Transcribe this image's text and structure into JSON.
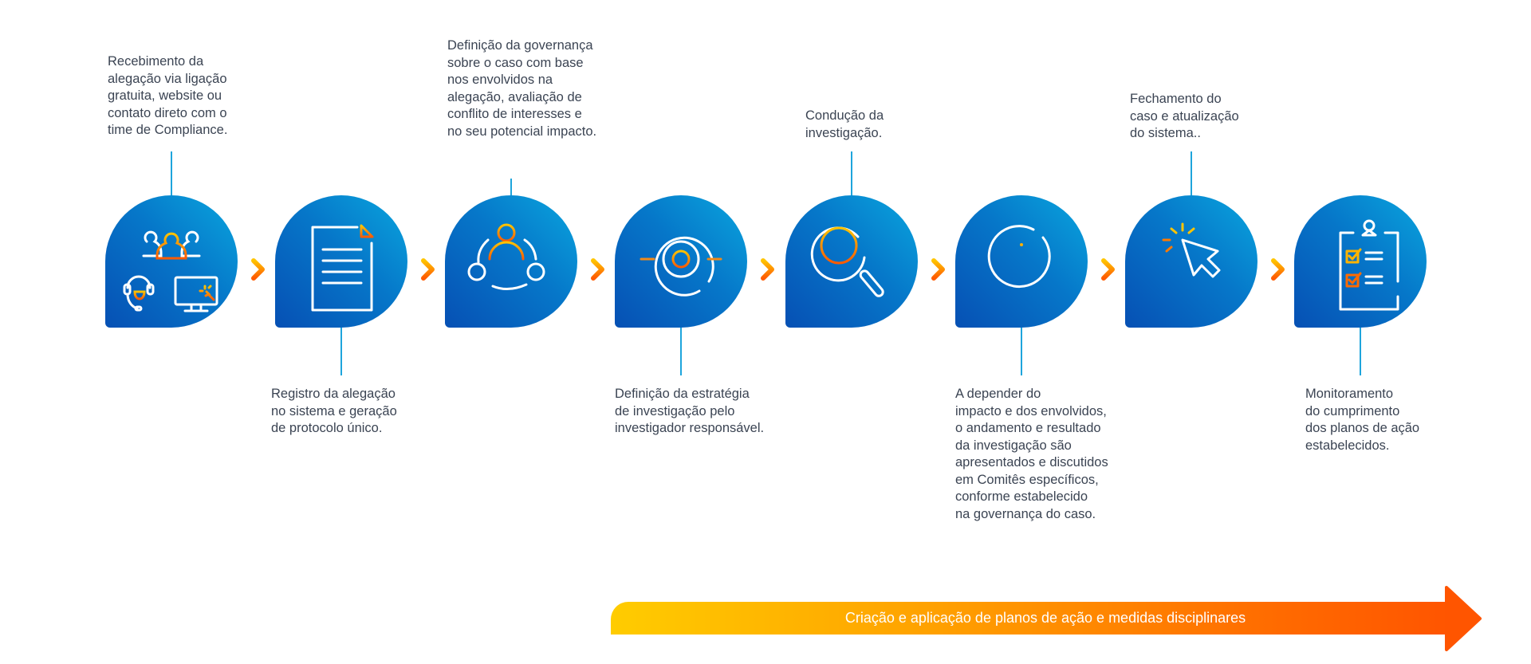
{
  "steps": [
    {
      "icon": "contact-channels-icon",
      "position": "top",
      "lines": [
        "Recebimento da",
        "alegação via ligação",
        "gratuita, website ou",
        "contato direto com o",
        "time de Compliance."
      ]
    },
    {
      "icon": "document-icon",
      "position": "bottom",
      "lines": [
        "Registro da alegação",
        "no sistema e geração",
        "de protocolo único."
      ]
    },
    {
      "icon": "people-network-icon",
      "position": "top",
      "lines": [
        "Definição da governança",
        "sobre o caso com base",
        "nos envolvidos na",
        "alegação, avaliação de",
        "conflito de interesses e",
        "no seu potencial impacto."
      ]
    },
    {
      "icon": "target-icon",
      "position": "bottom",
      "lines": [
        "Definição da estratégia",
        "de investigação pelo",
        "investigador responsável."
      ]
    },
    {
      "icon": "magnifier-icon",
      "position": "top",
      "lines": [
        "Condução da",
        "investigação."
      ]
    },
    {
      "icon": "info-icon",
      "position": "bottom",
      "lines": [
        "A depender do",
        "impacto e dos envolvidos,",
        "o andamento e resultado",
        "da investigação são",
        "apresentados e discutidos",
        "em Comitês específicos,",
        "conforme estabelecido",
        "na governança do caso."
      ]
    },
    {
      "icon": "cursor-click-icon",
      "position": "top",
      "lines": [
        "Fechamento do",
        "caso e atualização",
        "do sistema.."
      ]
    },
    {
      "icon": "clipboard-checklist-icon",
      "position": "bottom",
      "lines": [
        "Monitoramento",
        "do cumprimento",
        "dos planos de ação",
        "estabelecidos."
      ]
    }
  ],
  "bottom_arrow": {
    "label": "Criação e aplicação de planos de ação e medidas disciplinares"
  },
  "colors": {
    "tile_light": "#0aa6de",
    "tile_dark": "#0650b4",
    "accent_orange": "#ff6a00",
    "accent_yellow": "#ffcc00",
    "line": "#1ea5dc",
    "text": "#3b4453"
  }
}
